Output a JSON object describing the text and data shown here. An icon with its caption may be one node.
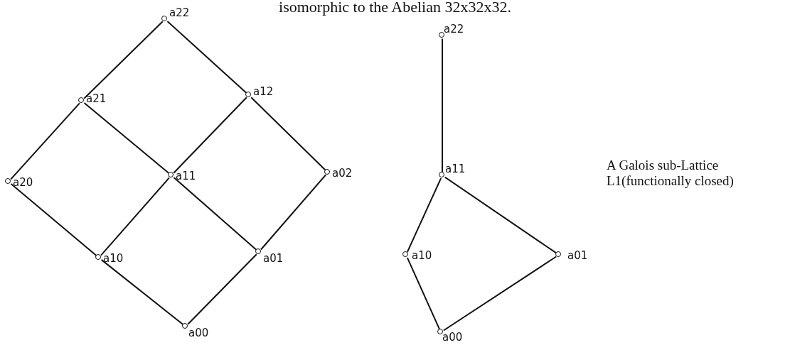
{
  "diagram": {
    "title": "isomorphic to the Abelian 32x32x32.",
    "nodes": [
      {
        "text": [],
        "shape": "circle",
        "beside": [
          "a22"
        ]
      },
      {
        "text": [],
        "shape": "circle",
        "beside": [
          "a21"
        ]
      },
      {
        "text": [],
        "shape": "circle",
        "beside": [
          "a12"
        ]
      },
      {
        "text": [],
        "shape": "circle",
        "beside": [
          "a20"
        ]
      },
      {
        "text": [],
        "shape": "circle",
        "beside": [
          "a11"
        ]
      },
      {
        "text": [],
        "shape": "circle",
        "beside": [
          "a02"
        ]
      },
      {
        "text": [],
        "shape": "circle",
        "beside": [
          "a10"
        ]
      },
      {
        "text": [],
        "shape": "circle",
        "beside": [
          "a01"
        ]
      },
      {
        "text": [],
        "shape": "circle",
        "beside": [
          "a00"
        ]
      },
      {
        "text": [],
        "shape": "circle",
        "beside": [
          "a22"
        ]
      },
      {
        "text": [],
        "shape": "circle",
        "beside": [
          "a11"
        ]
      },
      {
        "text": [],
        "shape": "circle",
        "beside": [
          "a10"
        ]
      },
      {
        "text": [],
        "shape": "circle",
        "beside": [
          "a01"
        ]
      },
      {
        "text": [],
        "shape": "circle",
        "beside": [
          "a00"
        ]
      }
    ],
    "edges": [
      {
        "from": 0,
        "to": 1,
        "arrow": "none"
      },
      {
        "from": 0,
        "to": 2,
        "arrow": "none"
      },
      {
        "from": 1,
        "to": 3,
        "arrow": "none"
      },
      {
        "from": 1,
        "to": 4,
        "arrow": "none"
      },
      {
        "from": 2,
        "to": 4,
        "arrow": "none"
      },
      {
        "from": 2,
        "to": 5,
        "arrow": "none"
      },
      {
        "from": 3,
        "to": 6,
        "arrow": "none"
      },
      {
        "from": 4,
        "to": 6,
        "arrow": "none"
      },
      {
        "from": 4,
        "to": 7,
        "arrow": "none"
      },
      {
        "from": 5,
        "to": 7,
        "arrow": "none"
      },
      {
        "from": 6,
        "to": 8,
        "arrow": "none"
      },
      {
        "from": 7,
        "to": 8,
        "arrow": "none"
      },
      {
        "from": 9,
        "to": 10,
        "arrow": "none"
      },
      {
        "from": 10,
        "to": 11,
        "arrow": "none"
      },
      {
        "from": 10,
        "to": 12,
        "arrow": "none"
      },
      {
        "from": 11,
        "to": 13,
        "arrow": "none"
      },
      {
        "from": 12,
        "to": 13,
        "arrow": "none"
      }
    ],
    "labels": [
      "A Galois sub-Lattice L1(functionally closed)"
    ]
  }
}
